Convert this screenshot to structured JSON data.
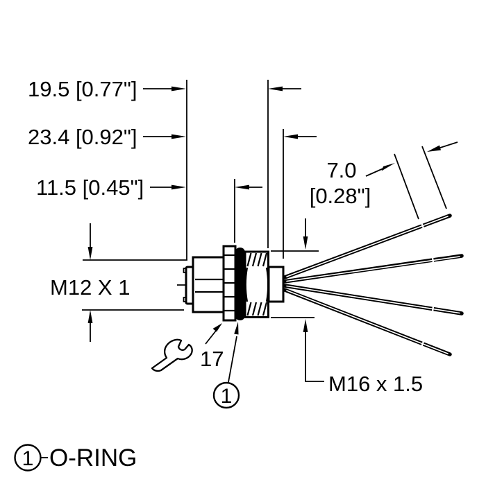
{
  "drawing": {
    "dim_19_5": "19.5 [0.77\"]",
    "dim_23_4": "23.4 [0.92\"]",
    "dim_11_5": "11.5 [0.45\"]",
    "dim_strip_mm": "7.0",
    "dim_strip_in": "[0.28\"]",
    "thread_front": "M12 X 1",
    "thread_mount": "M16 x 1.5",
    "wrench_size": "17",
    "balloon_1": "1"
  },
  "legend": {
    "item_1_number": "1",
    "item_1_label": "O-RING"
  },
  "colors": {
    "ink": "#000000",
    "background": "#ffffff"
  }
}
